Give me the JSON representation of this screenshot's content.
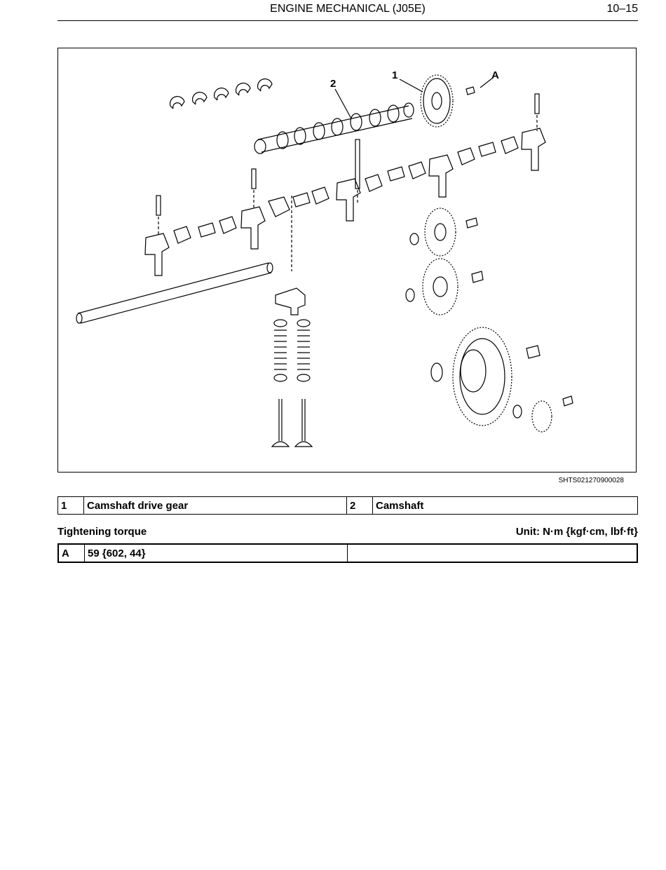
{
  "header": {
    "title": "ENGINE MECHANICAL (J05E)",
    "page": "10–15"
  },
  "figure": {
    "callouts": [
      "1",
      "2",
      "A"
    ],
    "code": "SHTS021270900028"
  },
  "legend": {
    "items": [
      {
        "num": "1",
        "label": "Camshaft drive gear"
      },
      {
        "num": "2",
        "label": "Camshaft"
      }
    ]
  },
  "torque": {
    "title": "Tightening torque",
    "unit": "Unit: N·m {kgf·cm, lbf·ft}",
    "rows": [
      {
        "key": "A",
        "value": "59 {602, 44}"
      }
    ]
  }
}
